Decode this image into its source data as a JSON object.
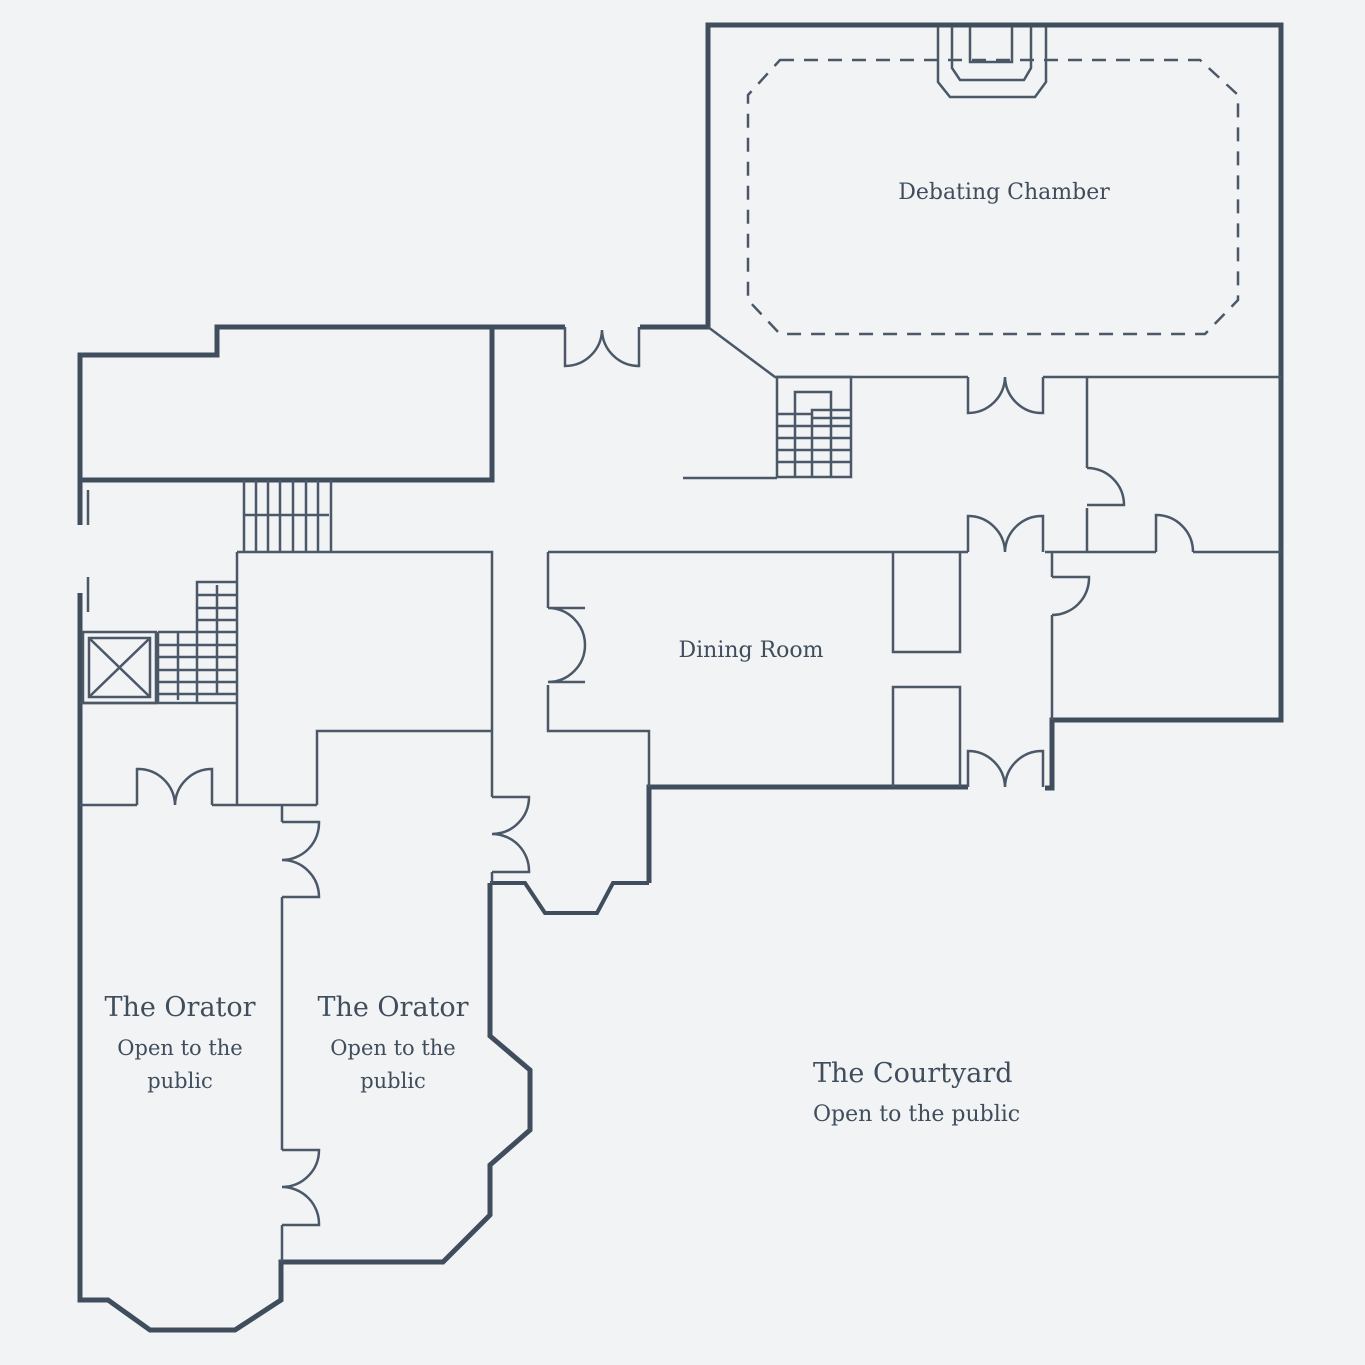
{
  "colors": {
    "background": "#f2f3f5",
    "walls": "#3f4d5c"
  },
  "rooms": {
    "debating_chamber": {
      "name": "Debating Chamber"
    },
    "dining_room": {
      "name": "Dining Room"
    },
    "orator_1": {
      "name": "The Orator",
      "note_line1": "Open to the",
      "note_line2": "public"
    },
    "orator_2": {
      "name": "The Orator",
      "note_line1": "Open to the",
      "note_line2": "public"
    },
    "courtyard": {
      "name": "The Courtyard",
      "note": "Open to the public"
    }
  }
}
